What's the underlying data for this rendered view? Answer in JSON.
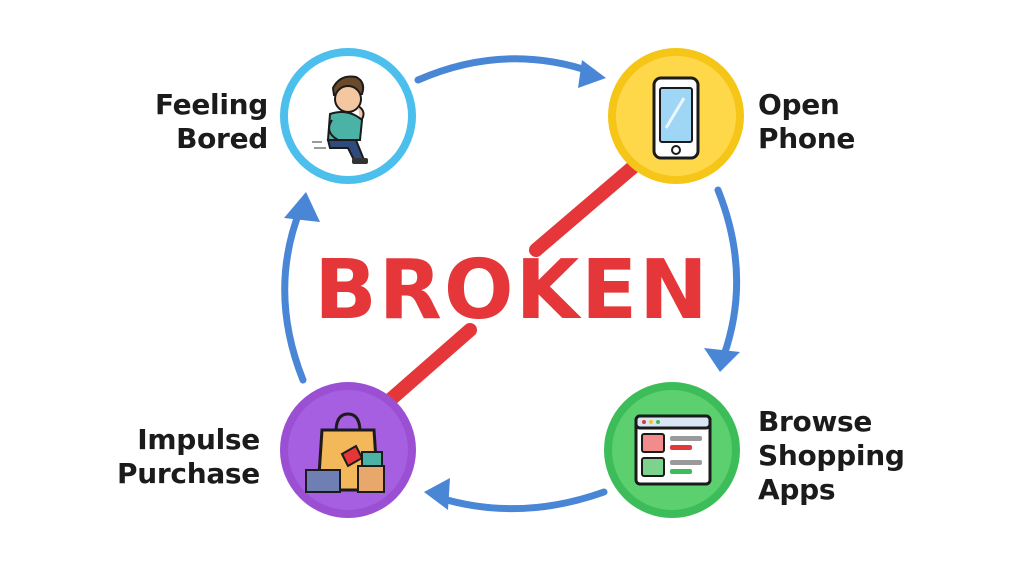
{
  "center_text": "BROKEN",
  "nodes": {
    "feeling_bored": {
      "line1": "Feeling",
      "line2": "Bored",
      "icon": "bored-person-icon"
    },
    "open_phone": {
      "line1": "Open",
      "line2": "Phone",
      "icon": "smartphone-icon"
    },
    "browse_shopping": {
      "line1": "Browse",
      "line2": "Shopping",
      "line3": "Apps",
      "icon": "shopping-app-window-icon"
    },
    "impulse_purchase": {
      "line1": "Impulse",
      "line2": "Purchase",
      "icon": "shopping-bags-icon"
    }
  },
  "colors": {
    "arrow": "#4a86d6",
    "broken": "#e5363a",
    "bored_ring": "#4dbfec",
    "phone_ring": "#f5c518",
    "browse_ring": "#3dbd5a",
    "impulse_ring": "#9b4fd3"
  }
}
